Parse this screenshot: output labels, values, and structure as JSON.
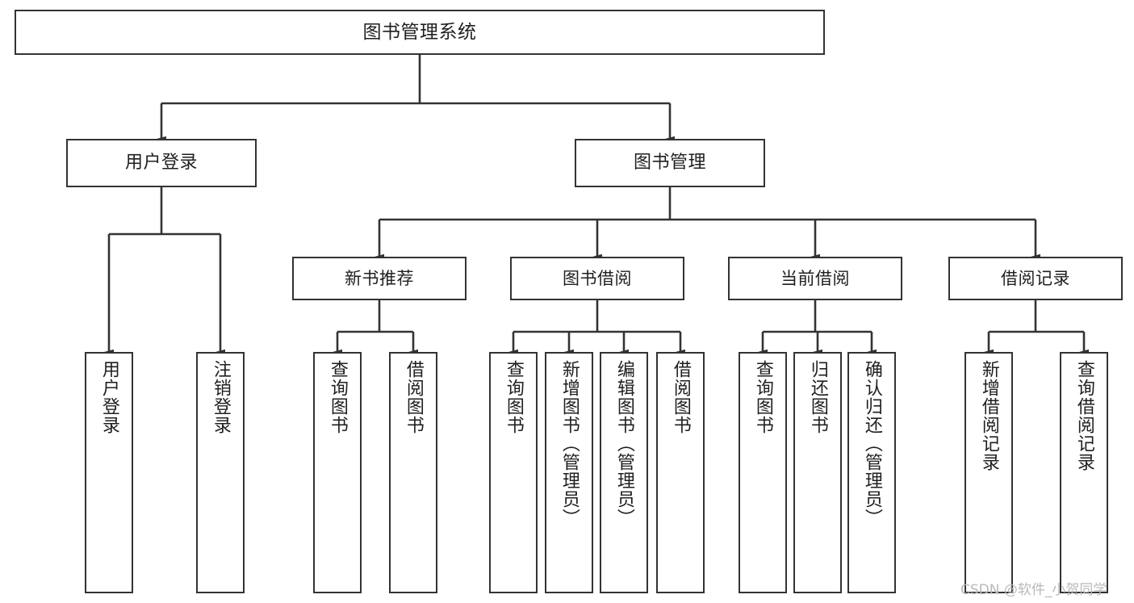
{
  "diagram": {
    "title": "图书管理系统",
    "type": "tree-hierarchy",
    "root": {
      "label": "图书管理系统"
    },
    "level1": [
      {
        "label": "用户登录"
      },
      {
        "label": "图书管理"
      }
    ],
    "level2": [
      {
        "label": "新书推荐"
      },
      {
        "label": "图书借阅"
      },
      {
        "label": "当前借阅"
      },
      {
        "label": "借阅记录"
      }
    ],
    "leaves": {
      "user_login": [
        {
          "label": "用户登录"
        },
        {
          "label": "注销登录"
        }
      ],
      "new_book_recommend": [
        {
          "label": "查询图书"
        },
        {
          "label": "借阅图书"
        }
      ],
      "book_borrow": [
        {
          "label": "查询图书"
        },
        {
          "label": "新增图书（管理员）"
        },
        {
          "label": "编辑图书（管理员）"
        },
        {
          "label": "借阅图书"
        }
      ],
      "current_borrow": [
        {
          "label": "查询图书"
        },
        {
          "label": "归还图书"
        },
        {
          "label": "确认归还（管理员）"
        }
      ],
      "borrow_record": [
        {
          "label": "新增借阅记录"
        },
        {
          "label": "查询借阅记录"
        }
      ]
    }
  },
  "watermark": {
    "text": "CSDN @软件_小贺同学"
  },
  "colors": {
    "stroke": "#333333",
    "background": "#ffffff",
    "text": "#1f1f1f",
    "watermark": "#b9b9b9"
  }
}
